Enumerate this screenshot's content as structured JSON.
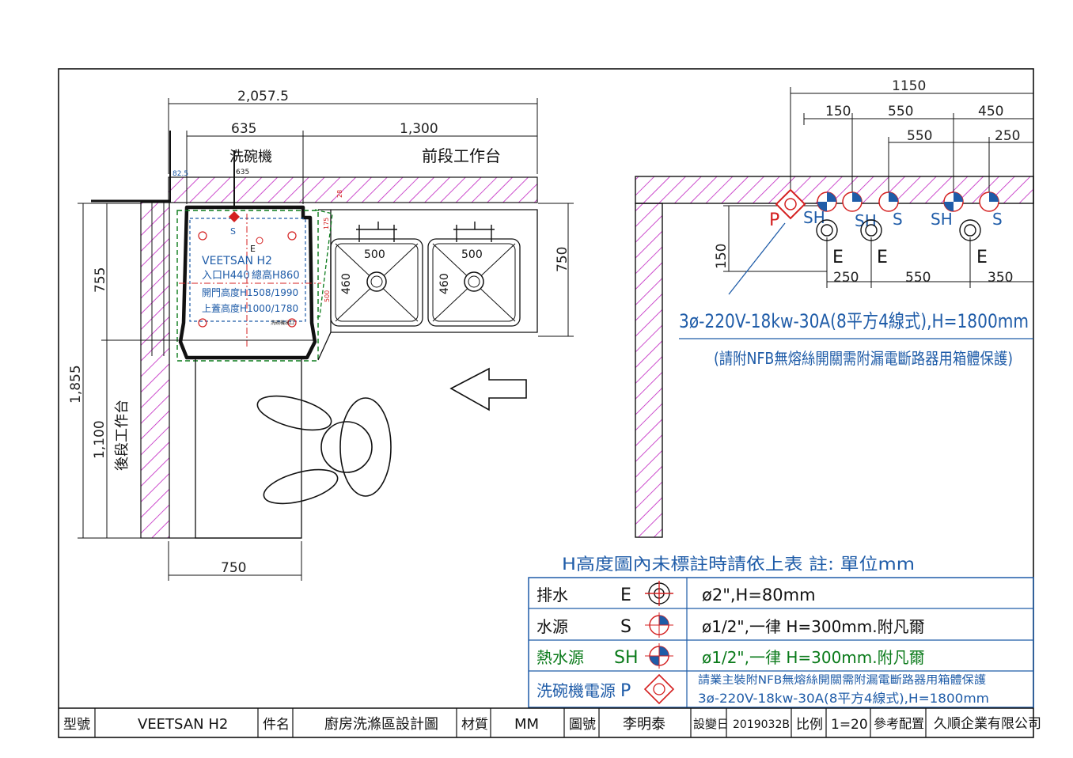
{
  "plan": {
    "dims": {
      "overall_width": "2,057.5",
      "dw_width": "635",
      "front_table_width": "1,300",
      "left_height": "755",
      "right_height": "750",
      "total_height": "1,855",
      "lower_height": "1,100",
      "bottom_width": "750",
      "sink1_w": "500",
      "sink1_h": "460",
      "sink2_w": "500",
      "sink2_h": "460"
    },
    "labels": {
      "dishwasher": "洗碗機",
      "front_table": "前段工作台",
      "rear_table": "後段工作台",
      "dw_model": "VEETSAN H2",
      "dw_inlet": "入口H440",
      "dw_height": "總高H860",
      "dw_door": "開門高度H1508/1990",
      "dw_cover": "上蓋高度H1000/1780",
      "sink_note": "洗碗機出口",
      "small_82_5": "82.5",
      "small_635": "635",
      "small_28": "28",
      "small_175": "175",
      "small_500": "500",
      "marker_s": "S",
      "marker_e": "E"
    }
  },
  "wall": {
    "dims": {
      "total": "1150",
      "a": "150",
      "b": "550",
      "c": "450",
      "d": "550",
      "e": "250",
      "f": "150",
      "g": "250",
      "h": "550",
      "i": "350"
    },
    "markers": {
      "p": "P",
      "sh": "SH",
      "s": "S",
      "e": "E"
    },
    "power_line": "3ø-220V-18kw-30A(8平方4線式),H=1800mm",
    "power_note": "(請附NFB無熔絲開關需附漏電斷路器用箱體保護)"
  },
  "legend": {
    "header": "H高度圖內未標註時請依上表 註: 單位mm",
    "rows": [
      {
        "name": "排水",
        "code": "E",
        "spec": "ø2\",H=80mm",
        "color": "#111111"
      },
      {
        "name": "水源",
        "code": "S",
        "spec": "ø1/2\",一律 H=300mm.附凡爾",
        "color": "#111111"
      },
      {
        "name": "熱水源",
        "code": "SH",
        "spec": "ø1/2\",一律 H=300mm.附凡爾",
        "color": "#0a7a1a"
      },
      {
        "name": "洗碗機電源",
        "code": "P",
        "spec": "請業主裝附NFB無熔絲開關需附漏電斷路器用箱體保護",
        "spec2": "3ø-220V-18kw-30A(8平方4線式),H=1800mm",
        "color": "#1f5ca8"
      }
    ]
  },
  "title_block": {
    "model_label": "型號",
    "model": "VEETSAN H2",
    "part_label": "件名",
    "part": "廚房洗滌區設計圖",
    "material_label": "材質",
    "material": "MM",
    "drawing_label": "圖號",
    "drawer": "李明泰",
    "date_label": "設變日",
    "date": "2019032B",
    "scale_label": "比例",
    "scale": "1=20",
    "ref_label": "參考配置",
    "company": "久順企業有限公司"
  },
  "colors": {
    "hatch": "#c020c0",
    "dim": "#222222",
    "blue": "#1f5ca8",
    "green": "#0a7a1a",
    "red": "#d42020"
  }
}
